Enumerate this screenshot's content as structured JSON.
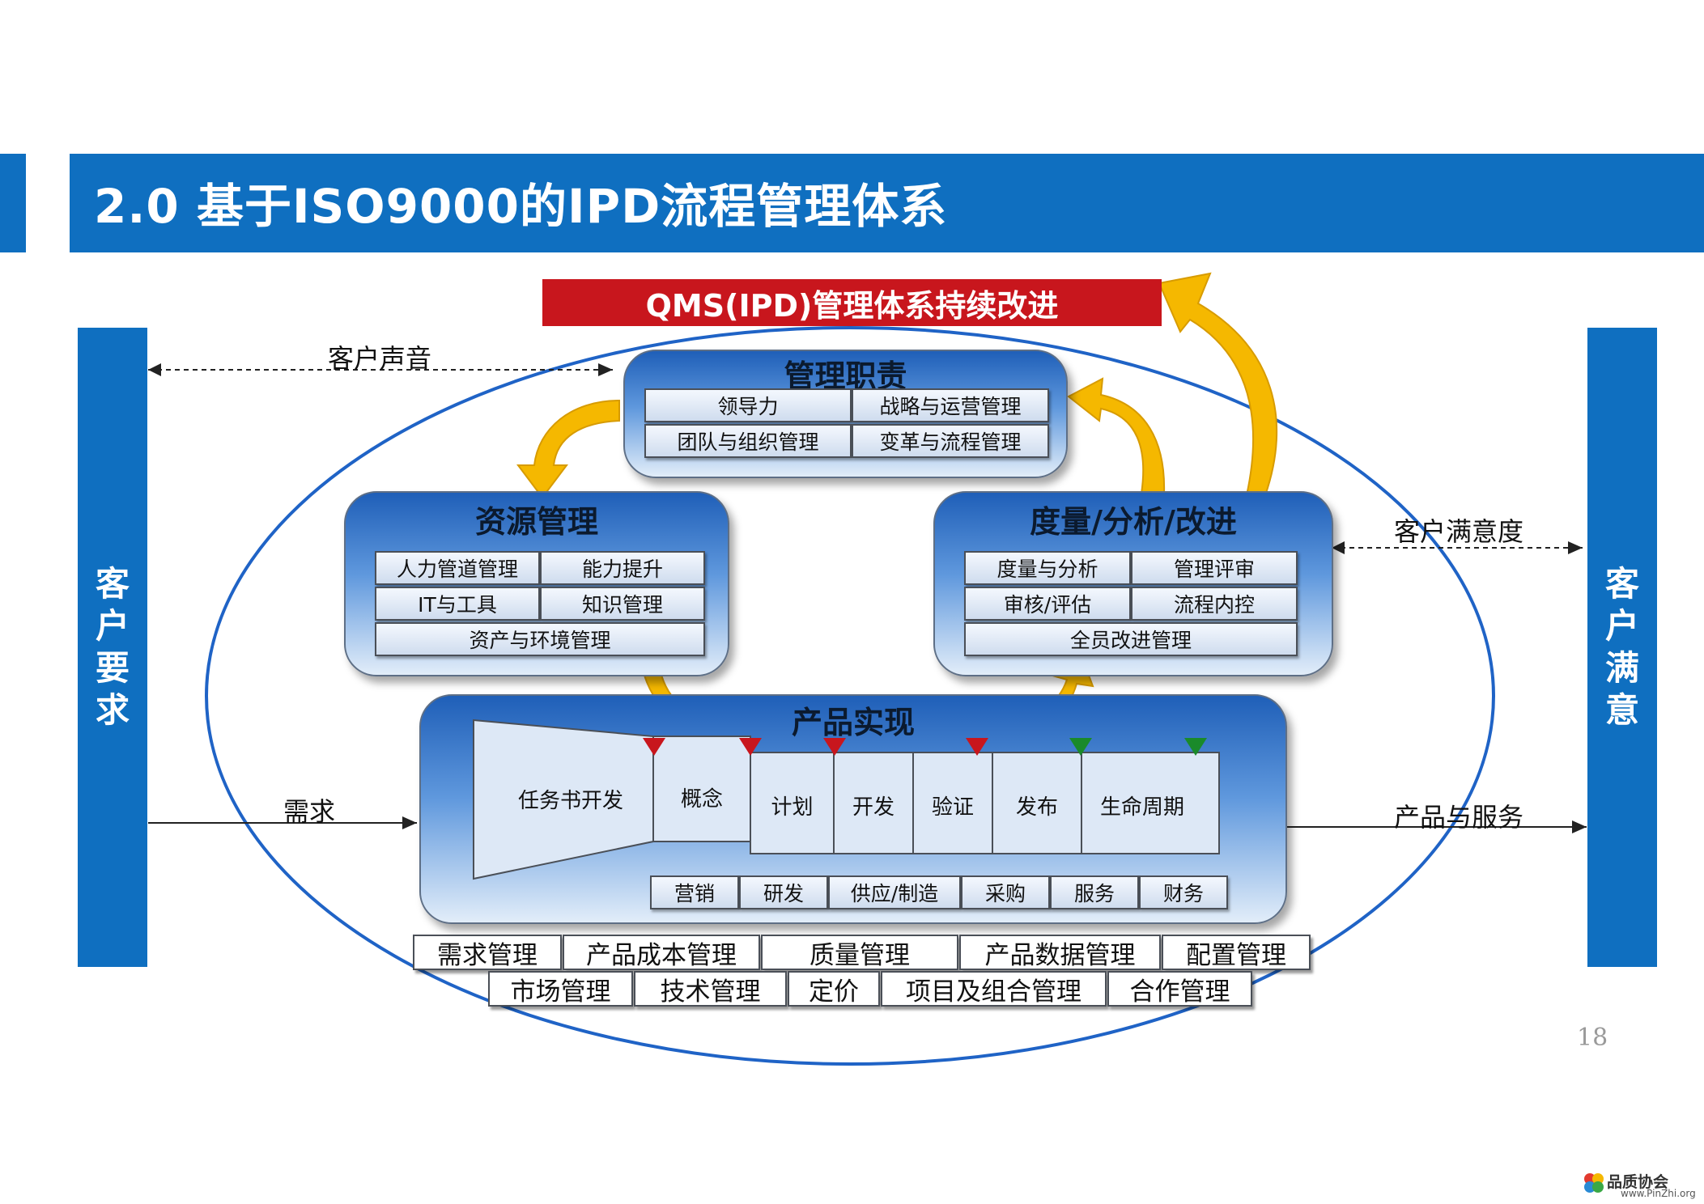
{
  "title": "2.0 基于ISO9000的IPD流程管理体系",
  "qms_banner": "QMS(IPD)管理体系持续改进",
  "left_bar": "客户要求",
  "right_bar": "客户满意",
  "labels": {
    "customer_voice": "客户声音",
    "customer_satisfaction": "客户满意度",
    "demand": "需求",
    "product_service": "产品与服务"
  },
  "management": {
    "title": "管理职责",
    "cells": [
      "领导力",
      "战略与运营管理",
      "团队与组织管理",
      "变革与流程管理"
    ]
  },
  "resources": {
    "title": "资源管理",
    "cells": [
      "人力管道管理",
      "能力提升",
      "IT与工具",
      "知识管理",
      "资产与环境管理"
    ]
  },
  "measure": {
    "title": "度量/分析/改进",
    "cells": [
      "度量与分析",
      "管理评审",
      "审核/评估",
      "流程内控",
      "全员改进管理"
    ]
  },
  "product": {
    "title": "产品实现",
    "stages": [
      "任务书开发",
      "概念",
      "计划",
      "开发",
      "验证",
      "发布",
      "生命周期"
    ],
    "functions": [
      "营销",
      "研发",
      "供应/制造",
      "采购",
      "服务",
      "财务"
    ]
  },
  "bottom_row1": [
    "需求管理",
    "产品成本管理",
    "质量管理",
    "产品数据管理",
    "配置管理"
  ],
  "bottom_row2": [
    "市场管理",
    "技术管理",
    "定价",
    "项目及组合管理",
    "合作管理"
  ],
  "page_number": "18",
  "logo": {
    "name": "品质协会",
    "url": "www.PinZhi.org"
  },
  "colors": {
    "title_bar": "#0f6fc0",
    "banner_red": "#c8161d",
    "ellipse": "#1f63c6",
    "arrow_yellow": "#f5b800",
    "milestone_red": "#c8161d",
    "milestone_green": "#1a8a2a"
  }
}
